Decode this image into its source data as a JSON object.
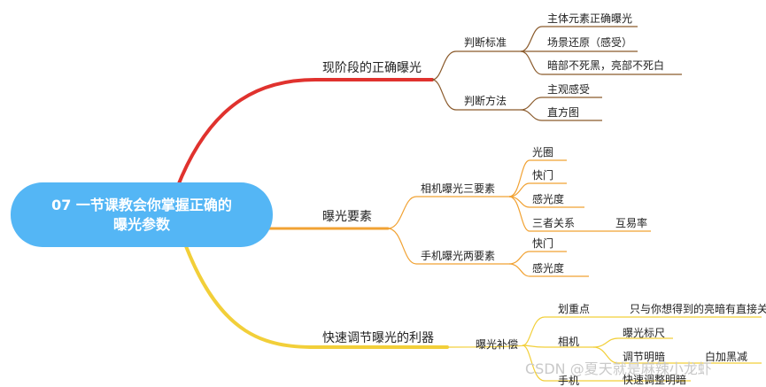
{
  "root": {
    "line1": "07 一节课教会你掌握正确的",
    "line2": "曝光参数"
  },
  "branches": {
    "b1": {
      "label": "现阶段的正确曝光",
      "standard": {
        "label": "判断标准",
        "items": [
          "主体元素正确曝光",
          "场景还原（感受）",
          "暗部不死黑，亮部不死白"
        ]
      },
      "method": {
        "label": "判断方法",
        "items": [
          "主观感受",
          "直方图"
        ]
      }
    },
    "b2": {
      "label": "曝光要素",
      "camera": {
        "label": "相机曝光三要素",
        "items": [
          "光圈",
          "快门",
          "感光度",
          "三者关系"
        ],
        "relation_note": "互易率"
      },
      "phone": {
        "label": "手机曝光两要素",
        "items": [
          "快门",
          "感光度"
        ]
      }
    },
    "b3": {
      "label": "快速调节曝光的利器",
      "comp": {
        "label": "曝光补偿",
        "focus": {
          "label": "划重点",
          "note": "只与你想得到的亮暗有直接关系"
        },
        "camera": {
          "label": "相机",
          "items": [
            "曝光标尺",
            "调节明暗"
          ],
          "adjust_note": "白加黑减"
        },
        "phone": {
          "label": "手机",
          "note": "快速调整明暗"
        }
      }
    }
  },
  "watermark": "CSDN @夏天就是麻辣小龙虾",
  "colors": {
    "root": "#54b6f5",
    "branch1": "#e0322e",
    "branch2": "#f1a233",
    "branch3": "#f2cf39",
    "sub": "#8a5a2b"
  }
}
